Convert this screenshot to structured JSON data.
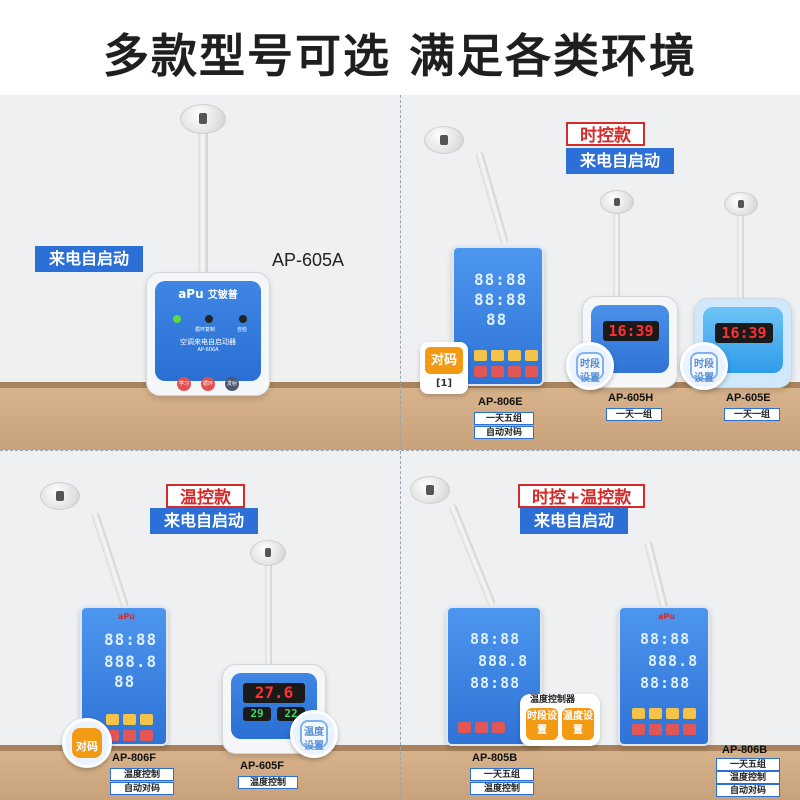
{
  "headline": "多款型号可选  满足各类环境",
  "sections": {
    "top_left": {
      "badge": "来电自启动",
      "model": "AP-605A",
      "device": {
        "brand": "aPu",
        "brand_cn": "艾铍普",
        "indicator_1": "",
        "indicator_2": "循环复制",
        "indicator_3": "自检",
        "product_line": "空调来电自启动器",
        "product_model": "AP-606A",
        "buttons": [
          "学习",
          "循环",
          "发射"
        ]
      }
    },
    "top_right": {
      "category": "时控款",
      "badge": "来电自启动",
      "products": [
        {
          "model": "AP-806E",
          "features": [
            "一天五组",
            "自动对码"
          ],
          "tag": "对码",
          "tag_sub": "[1]",
          "lcd_rows": [
            "88:88",
            "88:88",
            "88"
          ]
        },
        {
          "model": "AP-605H",
          "features": [
            "一天一组"
          ],
          "display": "16:39",
          "tag": "时段设置"
        },
        {
          "model": "AP-605E",
          "features": [
            "一天一组"
          ],
          "display": "16:39",
          "tag": "时段设置"
        }
      ]
    },
    "bottom_left": {
      "category": "温控款",
      "badge": "来电自启动",
      "products": [
        {
          "model": "AP-806F",
          "features": [
            "温度控制",
            "自动对码"
          ],
          "tag": "对码",
          "lcd_rows": [
            "88:88",
            "888.8",
            "88"
          ]
        },
        {
          "model": "AP-605F",
          "features": [
            "温度控制"
          ],
          "display": "27.6",
          "display_left": "29",
          "display_right": "22",
          "tag": "温度设置"
        }
      ]
    },
    "bottom_right": {
      "category": "时控+温控款",
      "badge": "来电自启动",
      "products": [
        {
          "model": "AP-805B",
          "features": [
            "一天五组",
            "温度控制"
          ],
          "lcd_rows": [
            "88:88",
            "888.8",
            "88:88"
          ],
          "tags": [
            "时段设置",
            "温度设置"
          ],
          "tag_caption": "温度控制器"
        },
        {
          "model": "AP-806B",
          "features": [
            "一天五组",
            "温度控制",
            "自动对码"
          ],
          "lcd_rows": [
            "88:88",
            "888.8",
            "88:88"
          ]
        }
      ]
    }
  },
  "colors": {
    "accent_blue": "#2c6fd6",
    "accent_red": "#d42b2b",
    "accent_orange": "#f39a14",
    "shelf": "#d9b48c",
    "wall": "#eef0f1"
  }
}
